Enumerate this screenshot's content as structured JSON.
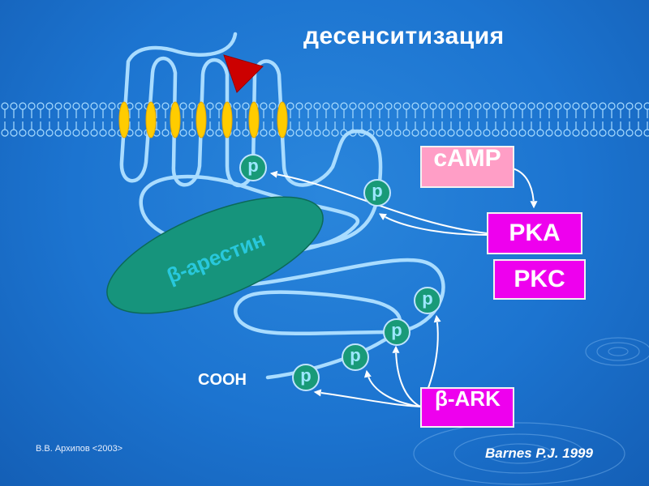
{
  "title": "десенситизация",
  "labels": {
    "arrestin": "β-арестин",
    "cooh": "COOH",
    "camp": "cAMP",
    "pka": "PKA",
    "pkc": "PKC",
    "bark": "β-ARK",
    "phosphate": "p"
  },
  "footer": {
    "author": "В.В. Архипов <2003>",
    "citation": "Barnes P.J.  1999"
  },
  "colors": {
    "background": "#1c74d0",
    "chain": "#a9dcff",
    "helix": "#ffcc00",
    "ligand": "#cc0000",
    "arrestin": "#16947c",
    "camp_box": "#ff9ec6",
    "kinase_box": "#ee00ee",
    "phosphate": "#199a78"
  }
}
